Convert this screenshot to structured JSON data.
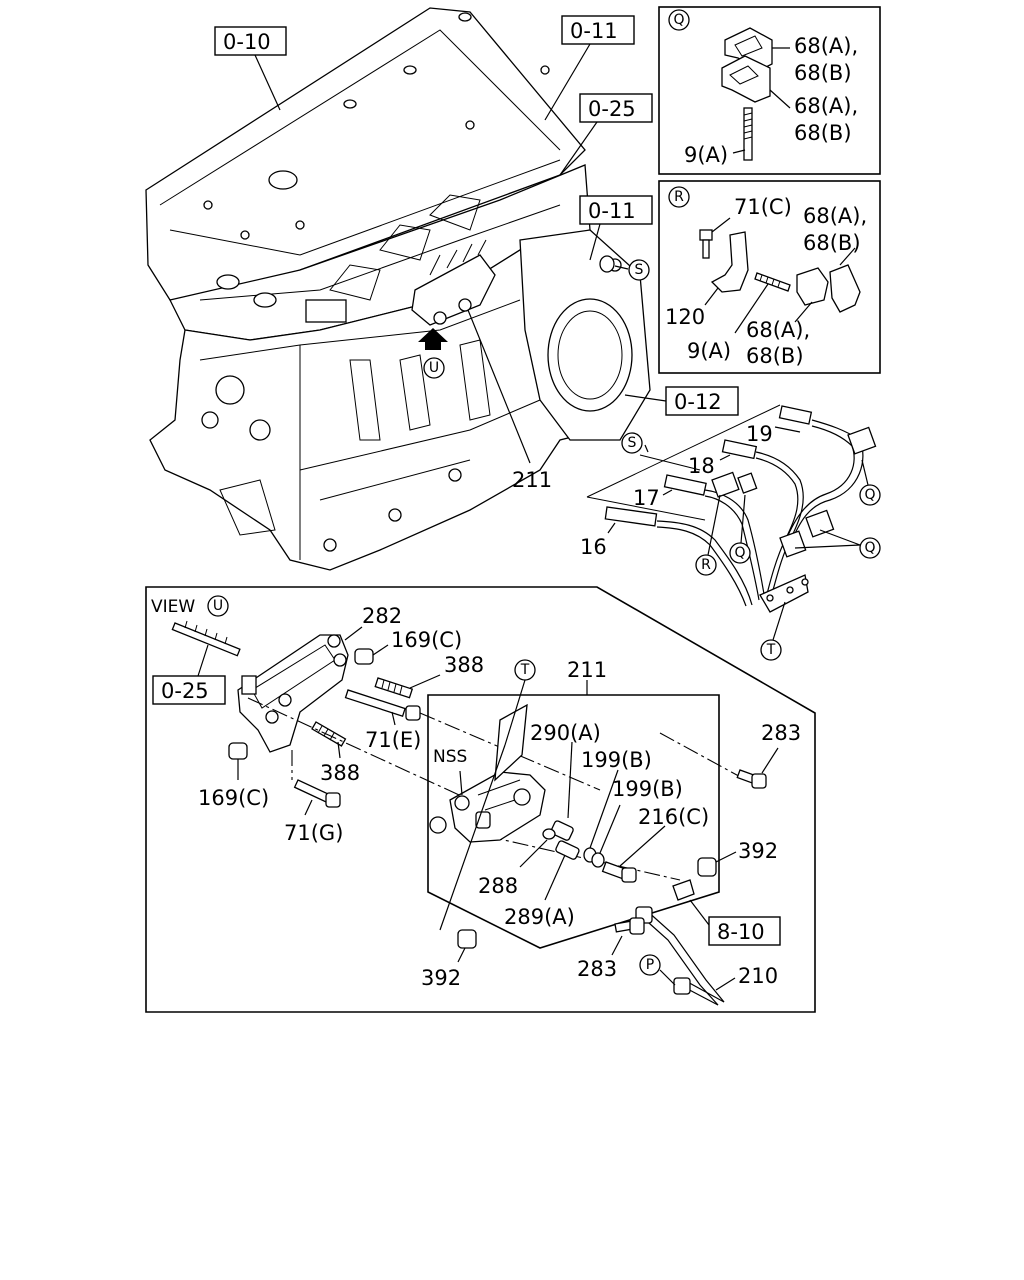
{
  "refs": {
    "r0_10": "0-10",
    "r0_11_top": "0-11",
    "r0_25_top": "0-25",
    "r0_11_mid": "0-11",
    "r0_12": "0-12",
    "r0_25_view": "0-25",
    "r8_10": "8-10"
  },
  "circles": {
    "q_top": "Q",
    "r_top": "R",
    "s_engine": "S",
    "u_engine": "U",
    "s_rack": "S",
    "q_rack_1": "Q",
    "q_rack_2": "Q",
    "q_rack_3": "Q",
    "r_rack": "R",
    "t_rack": "T",
    "u_view": "U",
    "t_view": "T",
    "p_view": "P"
  },
  "view_title": "VIEW",
  "inset_q": {
    "upper_a": "68(A),",
    "upper_b": "68(B)",
    "lower_a": "68(A),",
    "lower_b": "68(B)",
    "stud": "9(A)"
  },
  "inset_r": {
    "bolt": "71(C)",
    "clip_a": "68(A),",
    "clip_b": "68(B)",
    "bracket": "120",
    "stud": "9(A)",
    "lower_a": "68(A),",
    "lower_b": "68(B)"
  },
  "engine": {
    "part_211": "211"
  },
  "injection_pipes": {
    "p19": "19",
    "p18": "18",
    "p17": "17",
    "p16": "16"
  },
  "view_u": {
    "p282": "282",
    "p169c_top": "169(C)",
    "p388_top": "388",
    "p211": "211",
    "p71e": "71(E)",
    "p388_mid": "388",
    "p169c_bot": "169(C)",
    "p71g": "71(G)",
    "nss": "NSS",
    "p290a": "290(A)",
    "p199b_1": "199(B)",
    "p199b_2": "199(B)",
    "p216c": "216(C)",
    "p283_top": "283",
    "p392_right": "392",
    "p288": "288",
    "p289a": "289(A)",
    "p283_bot": "283",
    "p392_bot": "392",
    "p210": "210"
  }
}
